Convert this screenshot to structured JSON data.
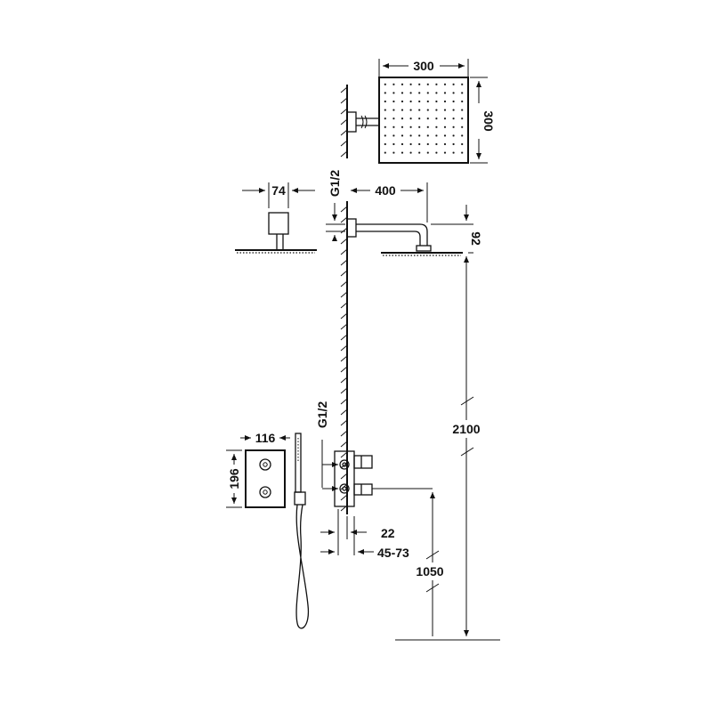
{
  "dimensions": {
    "head_width": "300",
    "head_height": "300",
    "arm_length": "400",
    "arm_drop": "92",
    "wall_flange": "74",
    "connection_top": "G1/2",
    "connection_mixer": "G1/2",
    "shower_height": "2100",
    "mixer_height": "1050",
    "plate_width": "116",
    "plate_height": "196",
    "recess_depth": "22",
    "wall_range": "45-73"
  },
  "colors": {
    "line": "#111111",
    "background": "#ffffff"
  }
}
